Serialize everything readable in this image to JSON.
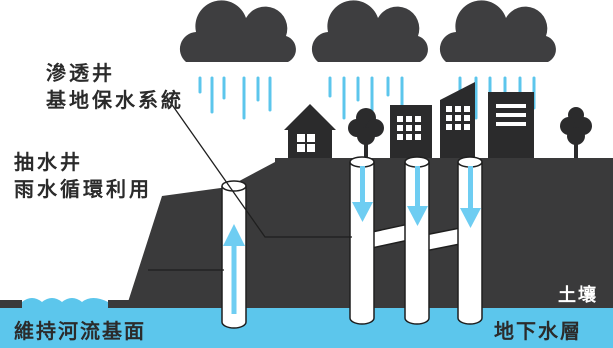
{
  "labels": {
    "infiltration_well_line1": "滲透井",
    "infiltration_well_line2": "基地保水系統",
    "pumping_well_line1": "抽水井",
    "pumping_well_line2": "雨水循環利用",
    "soil": "土壤",
    "river_base": "維持河流基面",
    "groundwater": "地下水層"
  },
  "colors": {
    "ground": "#3a3a3b",
    "groundwater": "#5cc6ec",
    "rain": "#5cc6ec",
    "arrow": "#6ecdf2",
    "pipe": "#ffffff",
    "pipe_outline": "#1f1f1f",
    "label_dark": "#2b2b2b",
    "label_light": "#ffffff"
  },
  "icons": [
    "cloud-icon",
    "house-icon",
    "tree-icon",
    "building-icon",
    "rain-drop-icon",
    "water-wave-icon"
  ]
}
